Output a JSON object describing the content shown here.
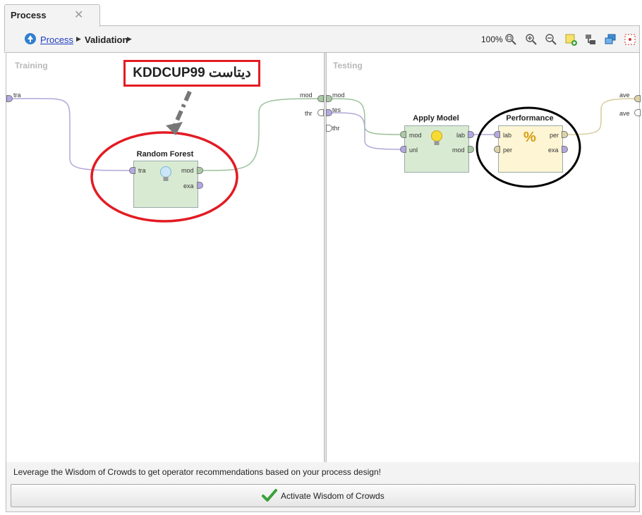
{
  "tab": {
    "label": "Process"
  },
  "breadcrumb": {
    "items": [
      "Process",
      "Validation"
    ]
  },
  "toolbar": {
    "zoom": "100%"
  },
  "panels": {
    "training": {
      "title": "Training",
      "left_ports": [
        "tra"
      ],
      "right_ports": [
        "mod"
      ]
    },
    "testing": {
      "title": "Testing",
      "left_ports": [
        "mod",
        "thr",
        "tes",
        "thr"
      ],
      "right_ports": [
        "ave",
        "ave"
      ]
    }
  },
  "operators": {
    "random_forest": {
      "title": "Random Forest",
      "in": [
        "tra"
      ],
      "out": [
        "mod",
        "exa"
      ]
    },
    "apply_model": {
      "title": "Apply Model",
      "in": [
        "mod",
        "unl"
      ],
      "out": [
        "lab",
        "mod"
      ]
    },
    "performance": {
      "title": "Performance",
      "in": [
        "lab",
        "per"
      ],
      "out": [
        "per",
        "exa"
      ]
    }
  },
  "annotation": {
    "text": "KDDCUP99 دیتاست",
    "color": "#e31b23"
  },
  "recommendations": {
    "message": "Leverage the Wisdom of Crowds to get operator recommendations based on your process design!",
    "button_label": "Activate Wisdom of Crowds"
  },
  "colors": {
    "rf_fill": "#d9ead3",
    "perf_fill": "#fdf5d3",
    "red_circle": "#e31b23",
    "black_circle": "#000000"
  }
}
